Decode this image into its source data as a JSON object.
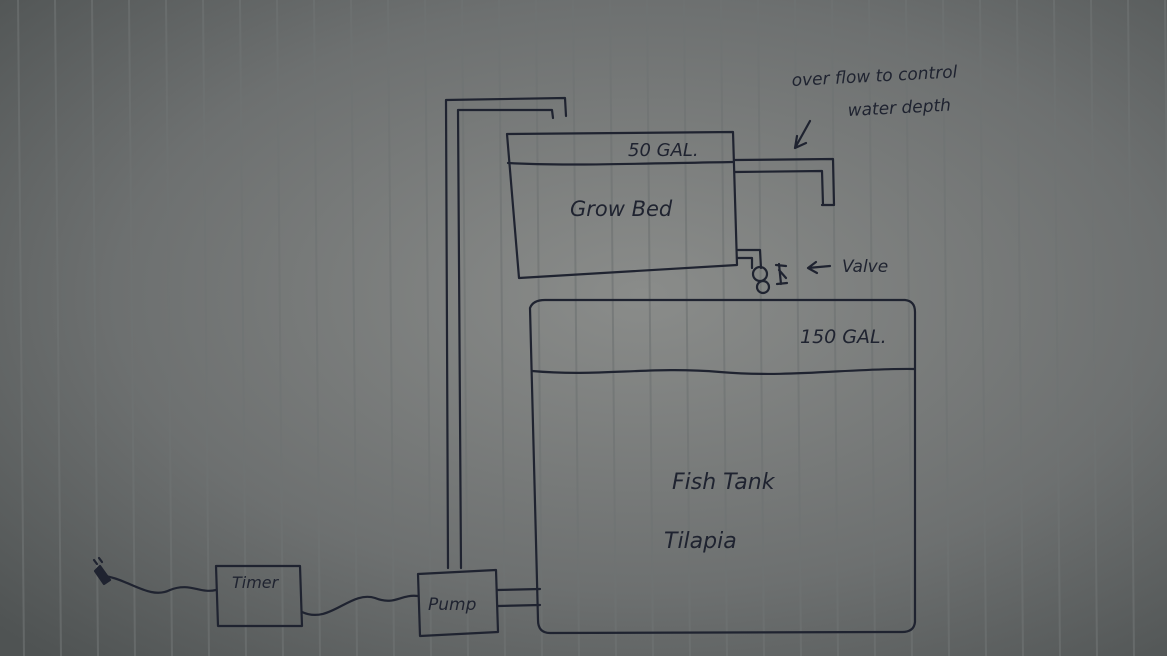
{
  "labels": {
    "grow_bed": "Grow Bed",
    "grow_bed_volume": "50 GAL.",
    "fish_tank": "Fish Tank",
    "fish_species": "Tilapia",
    "fish_tank_volume": "150 GAL.",
    "overflow_line1": "over flow to control",
    "overflow_line2": "water depth",
    "valve": "Valve",
    "pump": "Pump",
    "timer": "Timer"
  },
  "colors": {
    "paper_dark": "#4f5353",
    "paper_light": "#8a8c8a",
    "ruled_line": "#6f7373",
    "ink": "#1f2330"
  }
}
